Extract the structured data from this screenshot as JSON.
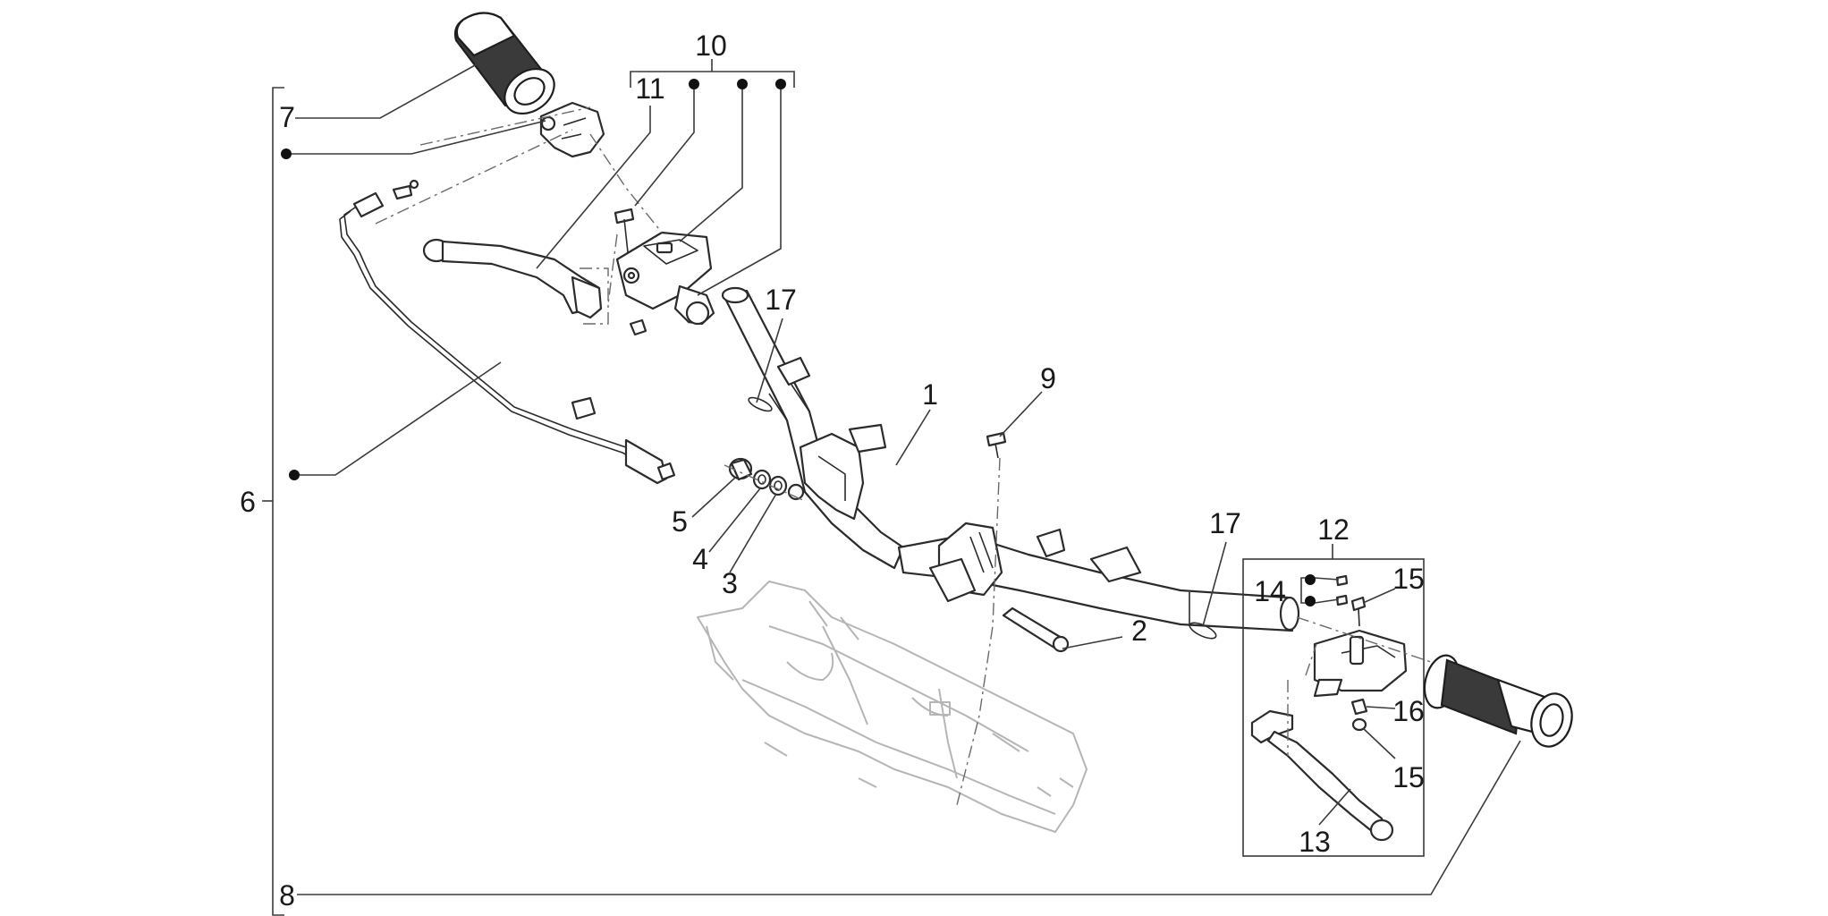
{
  "callouts": {
    "c1": "1",
    "c2": "2",
    "c3": "3",
    "c4": "4",
    "c5": "5",
    "c6": "6",
    "c7": "7",
    "c8": "8",
    "c9": "9",
    "c10": "10",
    "c11": "11",
    "c12": "12",
    "c13": "13",
    "c14": "14",
    "c15a": "15",
    "c15b": "15",
    "c16": "16",
    "c17a": "17",
    "c17b": "17"
  },
  "colors": {
    "line": "#2b2b2b",
    "cover": "#b5b5b5",
    "grip": "#3a3a3a",
    "background": "#ffffff"
  }
}
